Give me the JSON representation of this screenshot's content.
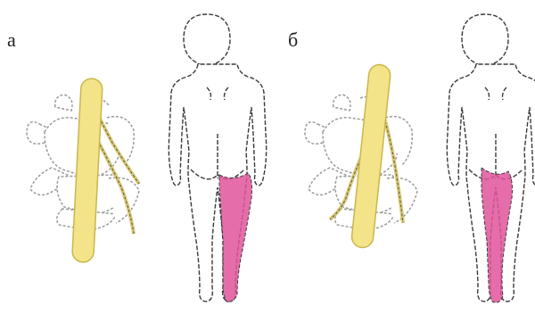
{
  "panels": [
    {
      "label": "а"
    },
    {
      "label": "б"
    }
  ],
  "colors": {
    "background": "#ffffff",
    "outline": "#3a3a3a",
    "bone_fill": "#ffffff",
    "bone_stroke": "#9a9a9a",
    "nerve_root_fill": "#f3e48a",
    "nerve_root_stroke": "#c9b64a",
    "nerve_fiber": "#d8c878",
    "dermatome_fill": "#e0559b"
  },
  "icons": [
    "vertebrae-illustration",
    "nerve-root-illustration",
    "body-back-silhouette",
    "dermatome-highlight"
  ]
}
